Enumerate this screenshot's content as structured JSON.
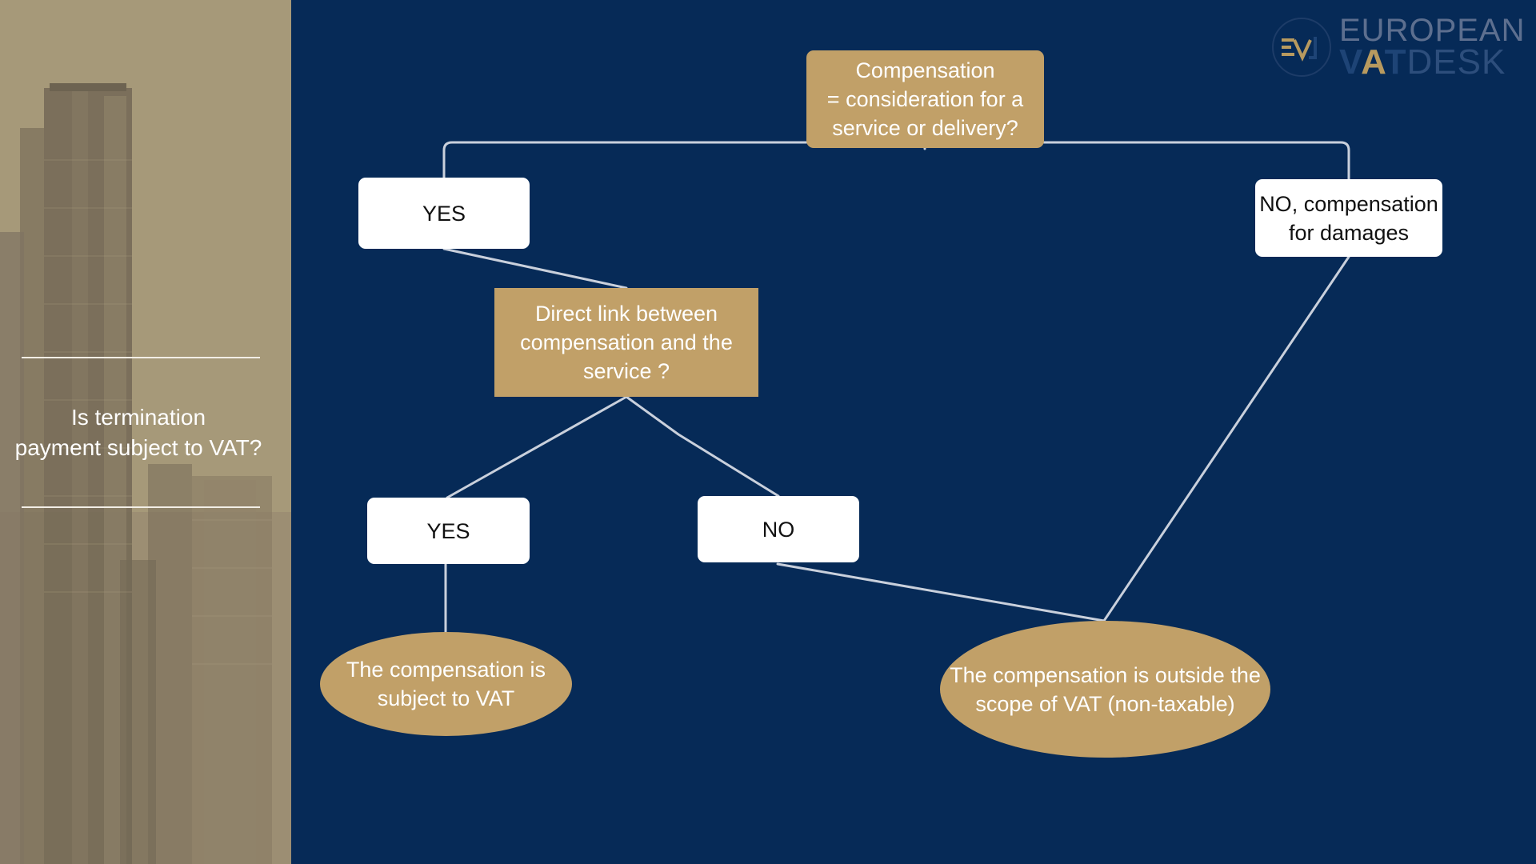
{
  "sidebar": {
    "question": "Is termination\npayment  subject to VAT?"
  },
  "logo": {
    "line1": "EUROPEAN",
    "vat_v": "V",
    "vat_a": "A",
    "vat_t": "T",
    "desk": "DESK"
  },
  "diagram": {
    "root": "Compensation\n= consideration for a\nservice or delivery?",
    "yes_top": "YES",
    "no_damages": "NO, compensation\nfor damages",
    "direct_link": "Direct link between\ncompensation and the\nservice ?",
    "yes_bottom": "YES",
    "no_bottom": "NO",
    "subject_to_vat": "The compensation is\nsubject to VAT",
    "outside_scope": "The compensation is outside the\nscope of VAT (non-taxable)"
  },
  "colors": {
    "background": "#062a57",
    "gold": "#c1a068",
    "connector": "#c9d0dc",
    "white": "#ffffff"
  }
}
